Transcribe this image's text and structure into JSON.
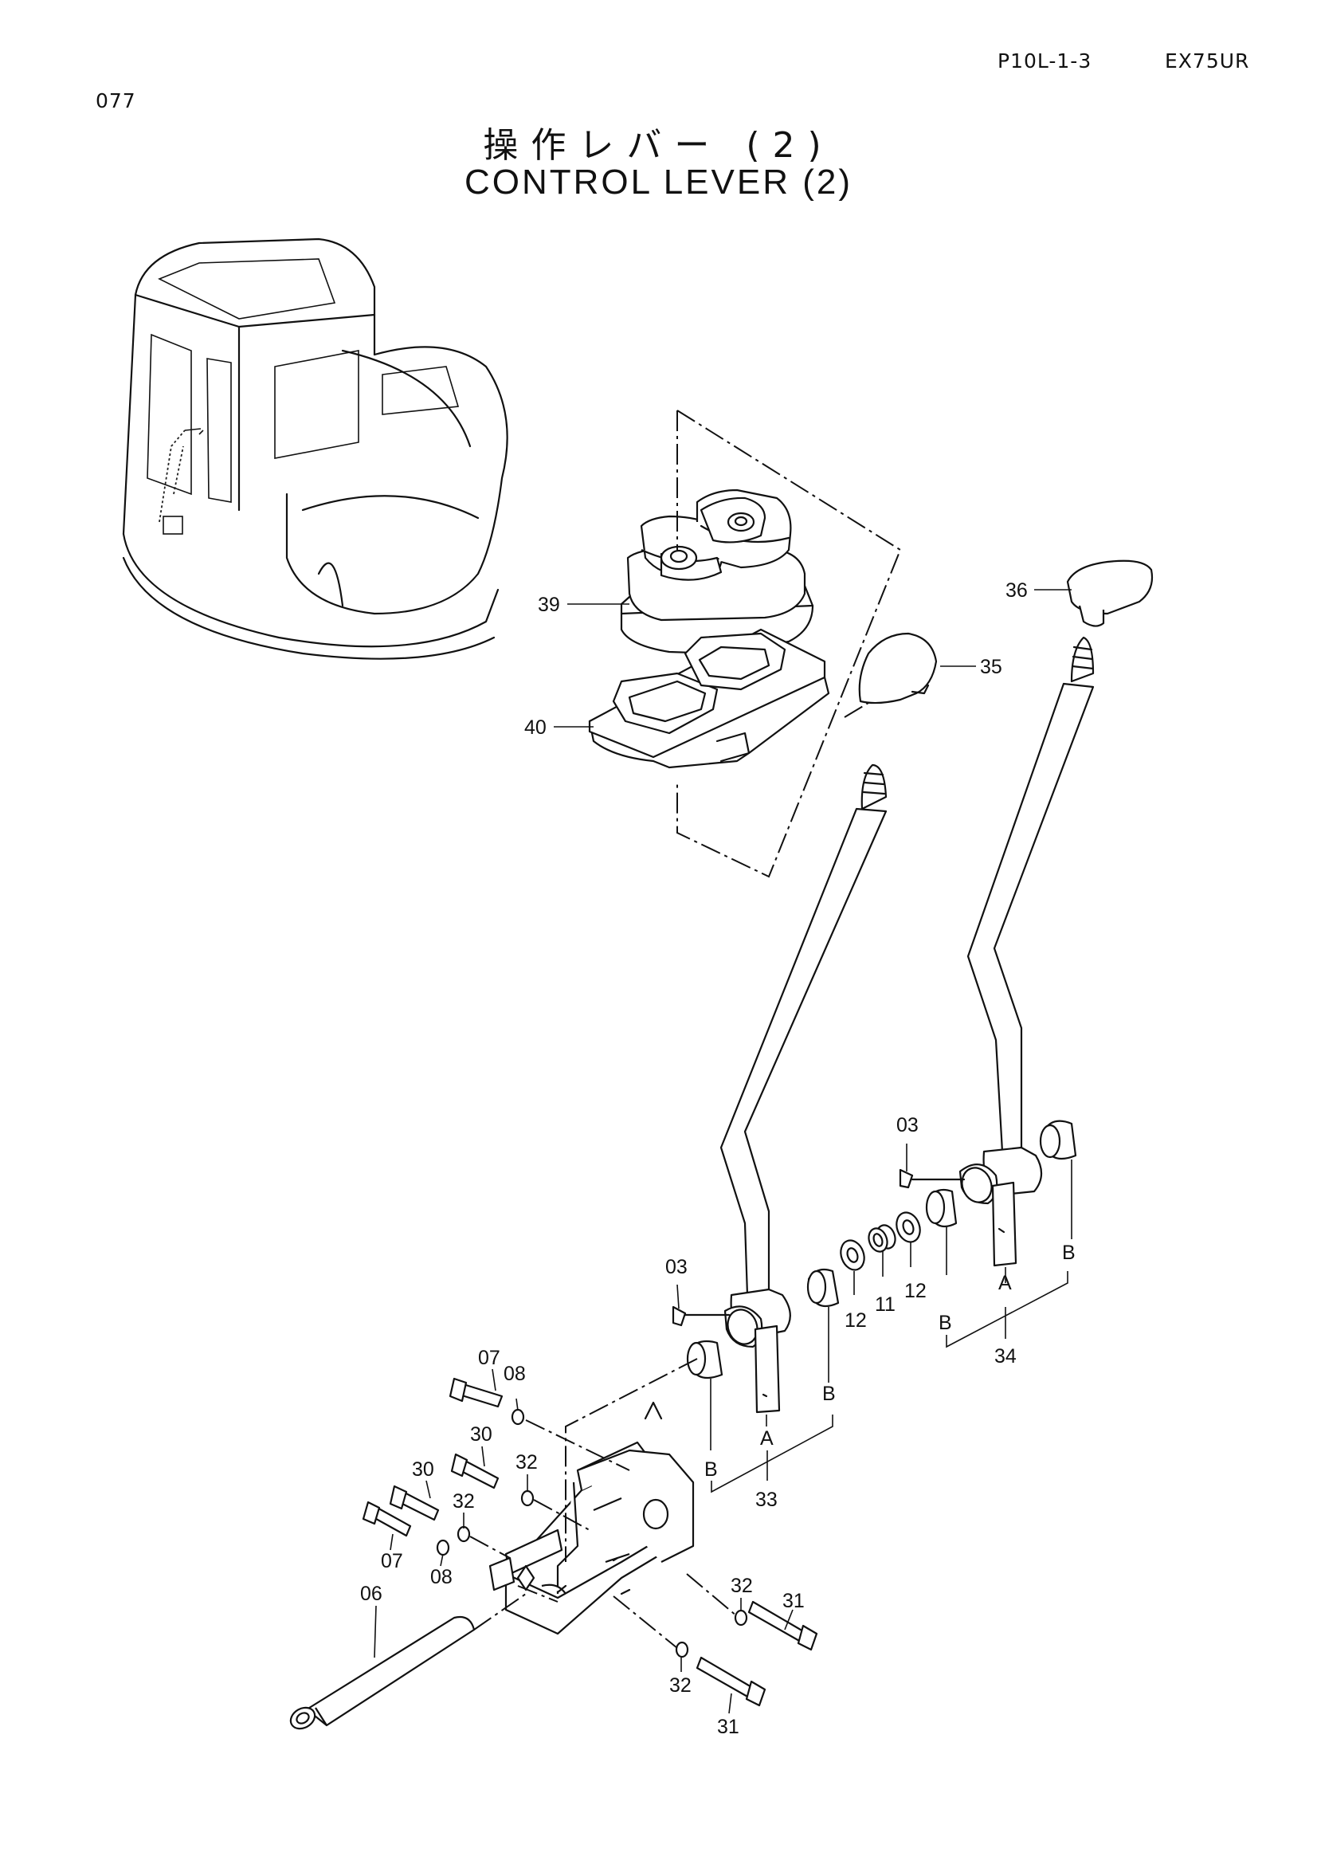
{
  "header": {
    "page_number": "077",
    "page_code": "P10L-1-3",
    "model": "EX75UR"
  },
  "title": {
    "japanese": "操作レバー (2)",
    "english": "CONTROL LEVER (2)"
  },
  "labels": {
    "l39": "39",
    "l40": "40",
    "l35": "35",
    "l36": "36",
    "l03a": "03",
    "l03b": "03",
    "l12a": "12",
    "l11": "11",
    "l12b": "12",
    "lBa": "B",
    "lAa": "A",
    "lBb": "B",
    "l34": "34",
    "lBc": "B",
    "lAb": "A",
    "lBd": "B",
    "l33": "33",
    "l07a": "07",
    "l08a": "08",
    "l30a": "30",
    "l32a": "32",
    "l30b": "30",
    "l32b": "32",
    "l07b": "07",
    "l08b": "08",
    "l06": "06",
    "l32c": "32",
    "l31a": "31",
    "l32d": "32",
    "l31b": "31"
  }
}
